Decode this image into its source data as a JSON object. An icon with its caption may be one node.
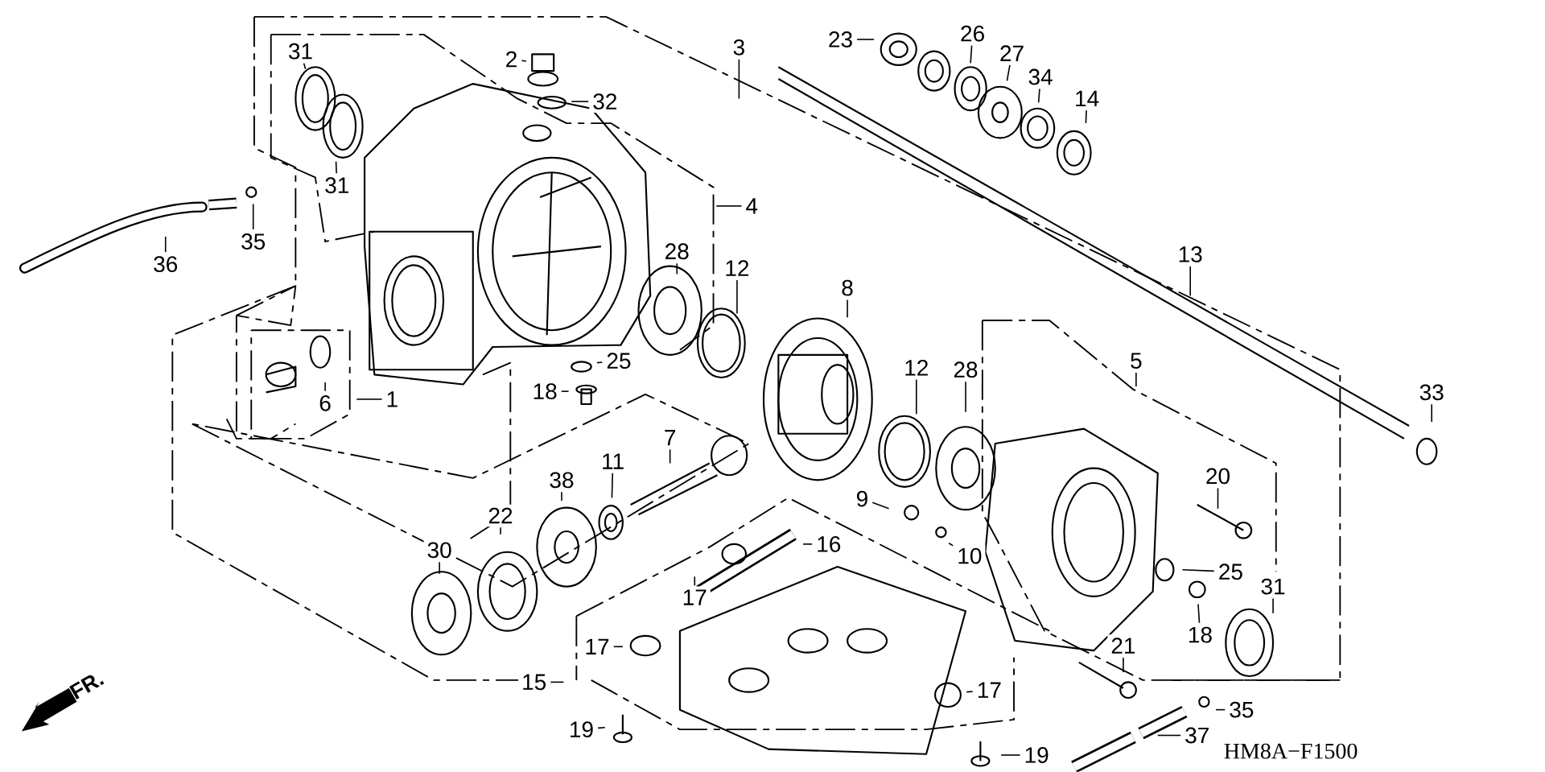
{
  "diagram": {
    "nodes": [
      {
        "text": [
          "31"
        ]
      },
      {
        "text": [
          "2"
        ]
      },
      {
        "text": [
          "23"
        ]
      },
      {
        "text": [
          "26"
        ]
      },
      {
        "text": [
          "3"
        ]
      },
      {
        "text": [
          "27"
        ]
      },
      {
        "text": [
          "34"
        ]
      },
      {
        "text": [
          "32"
        ]
      },
      {
        "text": [
          "14"
        ]
      },
      {
        "text": [
          "31"
        ]
      },
      {
        "text": [
          "4"
        ]
      },
      {
        "text": [
          "35"
        ]
      },
      {
        "text": [
          "28"
        ]
      },
      {
        "text": [
          "36"
        ]
      },
      {
        "text": [
          "13"
        ]
      },
      {
        "text": [
          "12"
        ]
      },
      {
        "text": [
          "8"
        ]
      },
      {
        "text": [
          "25"
        ]
      },
      {
        "text": [
          "5"
        ]
      },
      {
        "text": [
          "12"
        ]
      },
      {
        "text": [
          "28"
        ]
      },
      {
        "text": [
          "18"
        ]
      },
      {
        "text": [
          "33"
        ]
      },
      {
        "text": [
          "1"
        ]
      },
      {
        "text": [
          "6"
        ]
      },
      {
        "text": [
          "7"
        ]
      },
      {
        "text": [
          "11"
        ]
      },
      {
        "text": [
          "20"
        ]
      },
      {
        "text": [
          "38"
        ]
      },
      {
        "text": [
          "9"
        ]
      },
      {
        "text": [
          "22"
        ]
      },
      {
        "text": [
          "16"
        ]
      },
      {
        "text": [
          "30"
        ]
      },
      {
        "text": [
          "10"
        ]
      },
      {
        "text": [
          "25"
        ]
      },
      {
        "text": [
          "31"
        ]
      },
      {
        "text": [
          "17"
        ]
      },
      {
        "text": [
          "18"
        ]
      },
      {
        "text": [
          "17"
        ]
      },
      {
        "text": [
          "21"
        ]
      },
      {
        "text": [
          "15"
        ]
      },
      {
        "text": [
          "17"
        ]
      },
      {
        "text": [
          "35"
        ]
      },
      {
        "text": [
          "19"
        ]
      },
      {
        "text": [
          "37"
        ]
      },
      {
        "text": [
          "19"
        ]
      }
    ],
    "edges": [
      {
        "from": 0,
        "to": null,
        "arrow": "none"
      },
      {
        "from": 1,
        "to": null,
        "arrow": "none"
      },
      {
        "from": 2,
        "to": null,
        "arrow": "none"
      },
      {
        "from": 3,
        "to": null,
        "arrow": "none"
      },
      {
        "from": 4,
        "to": null,
        "arrow": "none"
      },
      {
        "from": 5,
        "to": null,
        "arrow": "none"
      },
      {
        "from": 6,
        "to": null,
        "arrow": "none"
      },
      {
        "from": 7,
        "to": null,
        "arrow": "none"
      },
      {
        "from": 8,
        "to": null,
        "arrow": "none"
      },
      {
        "from": 9,
        "to": null,
        "arrow": "none"
      },
      {
        "from": 10,
        "to": null,
        "arrow": "none"
      },
      {
        "from": 11,
        "to": null,
        "arrow": "none"
      },
      {
        "from": 12,
        "to": null,
        "arrow": "none"
      },
      {
        "from": 13,
        "to": null,
        "arrow": "none"
      },
      {
        "from": 14,
        "to": null,
        "arrow": "none"
      },
      {
        "from": 15,
        "to": null,
        "arrow": "none"
      },
      {
        "from": 16,
        "to": null,
        "arrow": "none"
      },
      {
        "from": 17,
        "to": null,
        "arrow": "none"
      },
      {
        "from": 18,
        "to": null,
        "arrow": "none"
      },
      {
        "from": 19,
        "to": null,
        "arrow": "none"
      },
      {
        "from": 20,
        "to": null,
        "arrow": "none"
      },
      {
        "from": 21,
        "to": null,
        "arrow": "none"
      },
      {
        "from": 22,
        "to": null,
        "arrow": "none"
      },
      {
        "from": 23,
        "to": null,
        "arrow": "none"
      },
      {
        "from": 24,
        "to": null,
        "arrow": "none"
      },
      {
        "from": 25,
        "to": null,
        "arrow": "none"
      },
      {
        "from": 26,
        "to": null,
        "arrow": "none"
      },
      {
        "from": 27,
        "to": null,
        "arrow": "none"
      },
      {
        "from": 28,
        "to": null,
        "arrow": "none"
      },
      {
        "from": 29,
        "to": null,
        "arrow": "none"
      },
      {
        "from": 30,
        "to": null,
        "arrow": "none"
      },
      {
        "from": 31,
        "to": null,
        "arrow": "none"
      },
      {
        "from": 32,
        "to": null,
        "arrow": "none"
      },
      {
        "from": 33,
        "to": null,
        "arrow": "none"
      },
      {
        "from": 34,
        "to": null,
        "arrow": "none"
      },
      {
        "from": 35,
        "to": null,
        "arrow": "none"
      },
      {
        "from": 36,
        "to": null,
        "arrow": "none"
      },
      {
        "from": 37,
        "to": null,
        "arrow": "none"
      },
      {
        "from": 38,
        "to": null,
        "arrow": "none"
      },
      {
        "from": 39,
        "to": null,
        "arrow": "none"
      },
      {
        "from": 40,
        "to": null,
        "arrow": "none"
      },
      {
        "from": 41,
        "to": null,
        "arrow": "none"
      },
      {
        "from": 42,
        "to": null,
        "arrow": "none"
      },
      {
        "from": 43,
        "to": null,
        "arrow": "none"
      },
      {
        "from": 44,
        "to": null,
        "arrow": "none"
      },
      {
        "from": 45,
        "to": null,
        "arrow": "none"
      }
    ],
    "labels": [
      "FR.",
      "HM8A−F1500"
    ]
  }
}
